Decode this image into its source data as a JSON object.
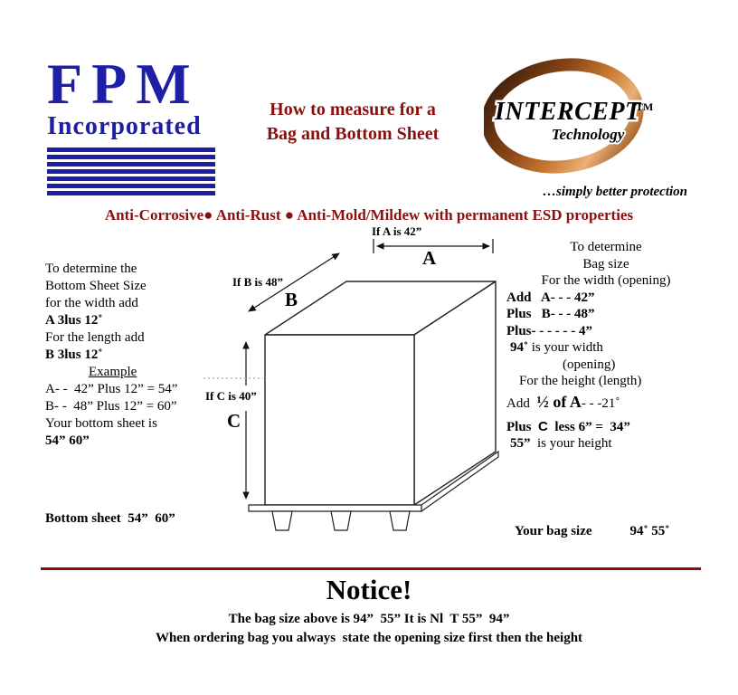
{
  "header": {
    "fpm_name": "FPM",
    "fpm_sub": "Incorporated",
    "title1": "How to measure for a",
    "title2": "Bag and Bottom Sheet",
    "intercept_name": "INTERCEPT",
    "intercept_tm": "TM",
    "intercept_sub": "Technology",
    "intercept_tagline": "…simply better protection"
  },
  "banner": "Anti-Corrosive● Anti-Rust ● Anti-Mold/Mildew with permanent ESD properties",
  "diagram": {
    "a_label": "If A is 42”",
    "a": "A",
    "b_label": "If B is 48”",
    "b": "B",
    "c_label": "If C is 40”",
    "c": "C"
  },
  "left": {
    "l1": "To determine the",
    "l2": "Bottom Sheet Size",
    "l3": "for the width add",
    "l4": "A 3lus 12˚",
    "l5": "For the length add",
    "l6": "B 3lus 12˚",
    "l7": "Example",
    "l8": "A- -  42” Plus 12” = 54”",
    "l9": "B- -  48” Plus 12” = 60”",
    "l10": "Your bottom sheet is",
    "l11": "54” 60”",
    "bottom_sheet": "Bottom sheet  54”  60”"
  },
  "right": {
    "r1": "To determine",
    "r2": "Bag size",
    "r3": "For the width (opening)",
    "r4": "Add   A- - - 42”",
    "r5": "Plus   B- - - 48”",
    "r6": "Plus- - - - - - 4”",
    "r7a": "94˚",
    "r7b": " is your width",
    "r8": "(opening)",
    "r9": "For the height (length)",
    "r10a": "Add  ",
    "r10b": "½ of A",
    "r10c": "- - -21˚",
    "r11a": "Plus  ",
    "r11b": "C",
    "r11c": "  less 6” =  34”",
    "r12a": "55”",
    "r12b": "  is your height",
    "bag_size_label": "Your bag size",
    "bag_size_value": "94˚ 55˚"
  },
  "notice": {
    "title": "Notice!",
    "line1": "The bag size above is 94”  55” It is Nl  T 55”  94”",
    "line2": "When ordering bag you always  state the opening size first then the height"
  },
  "colors": {
    "navy": "#1e1ea6",
    "dark_red": "#8b0f0f",
    "copper": "#b06a2a"
  }
}
